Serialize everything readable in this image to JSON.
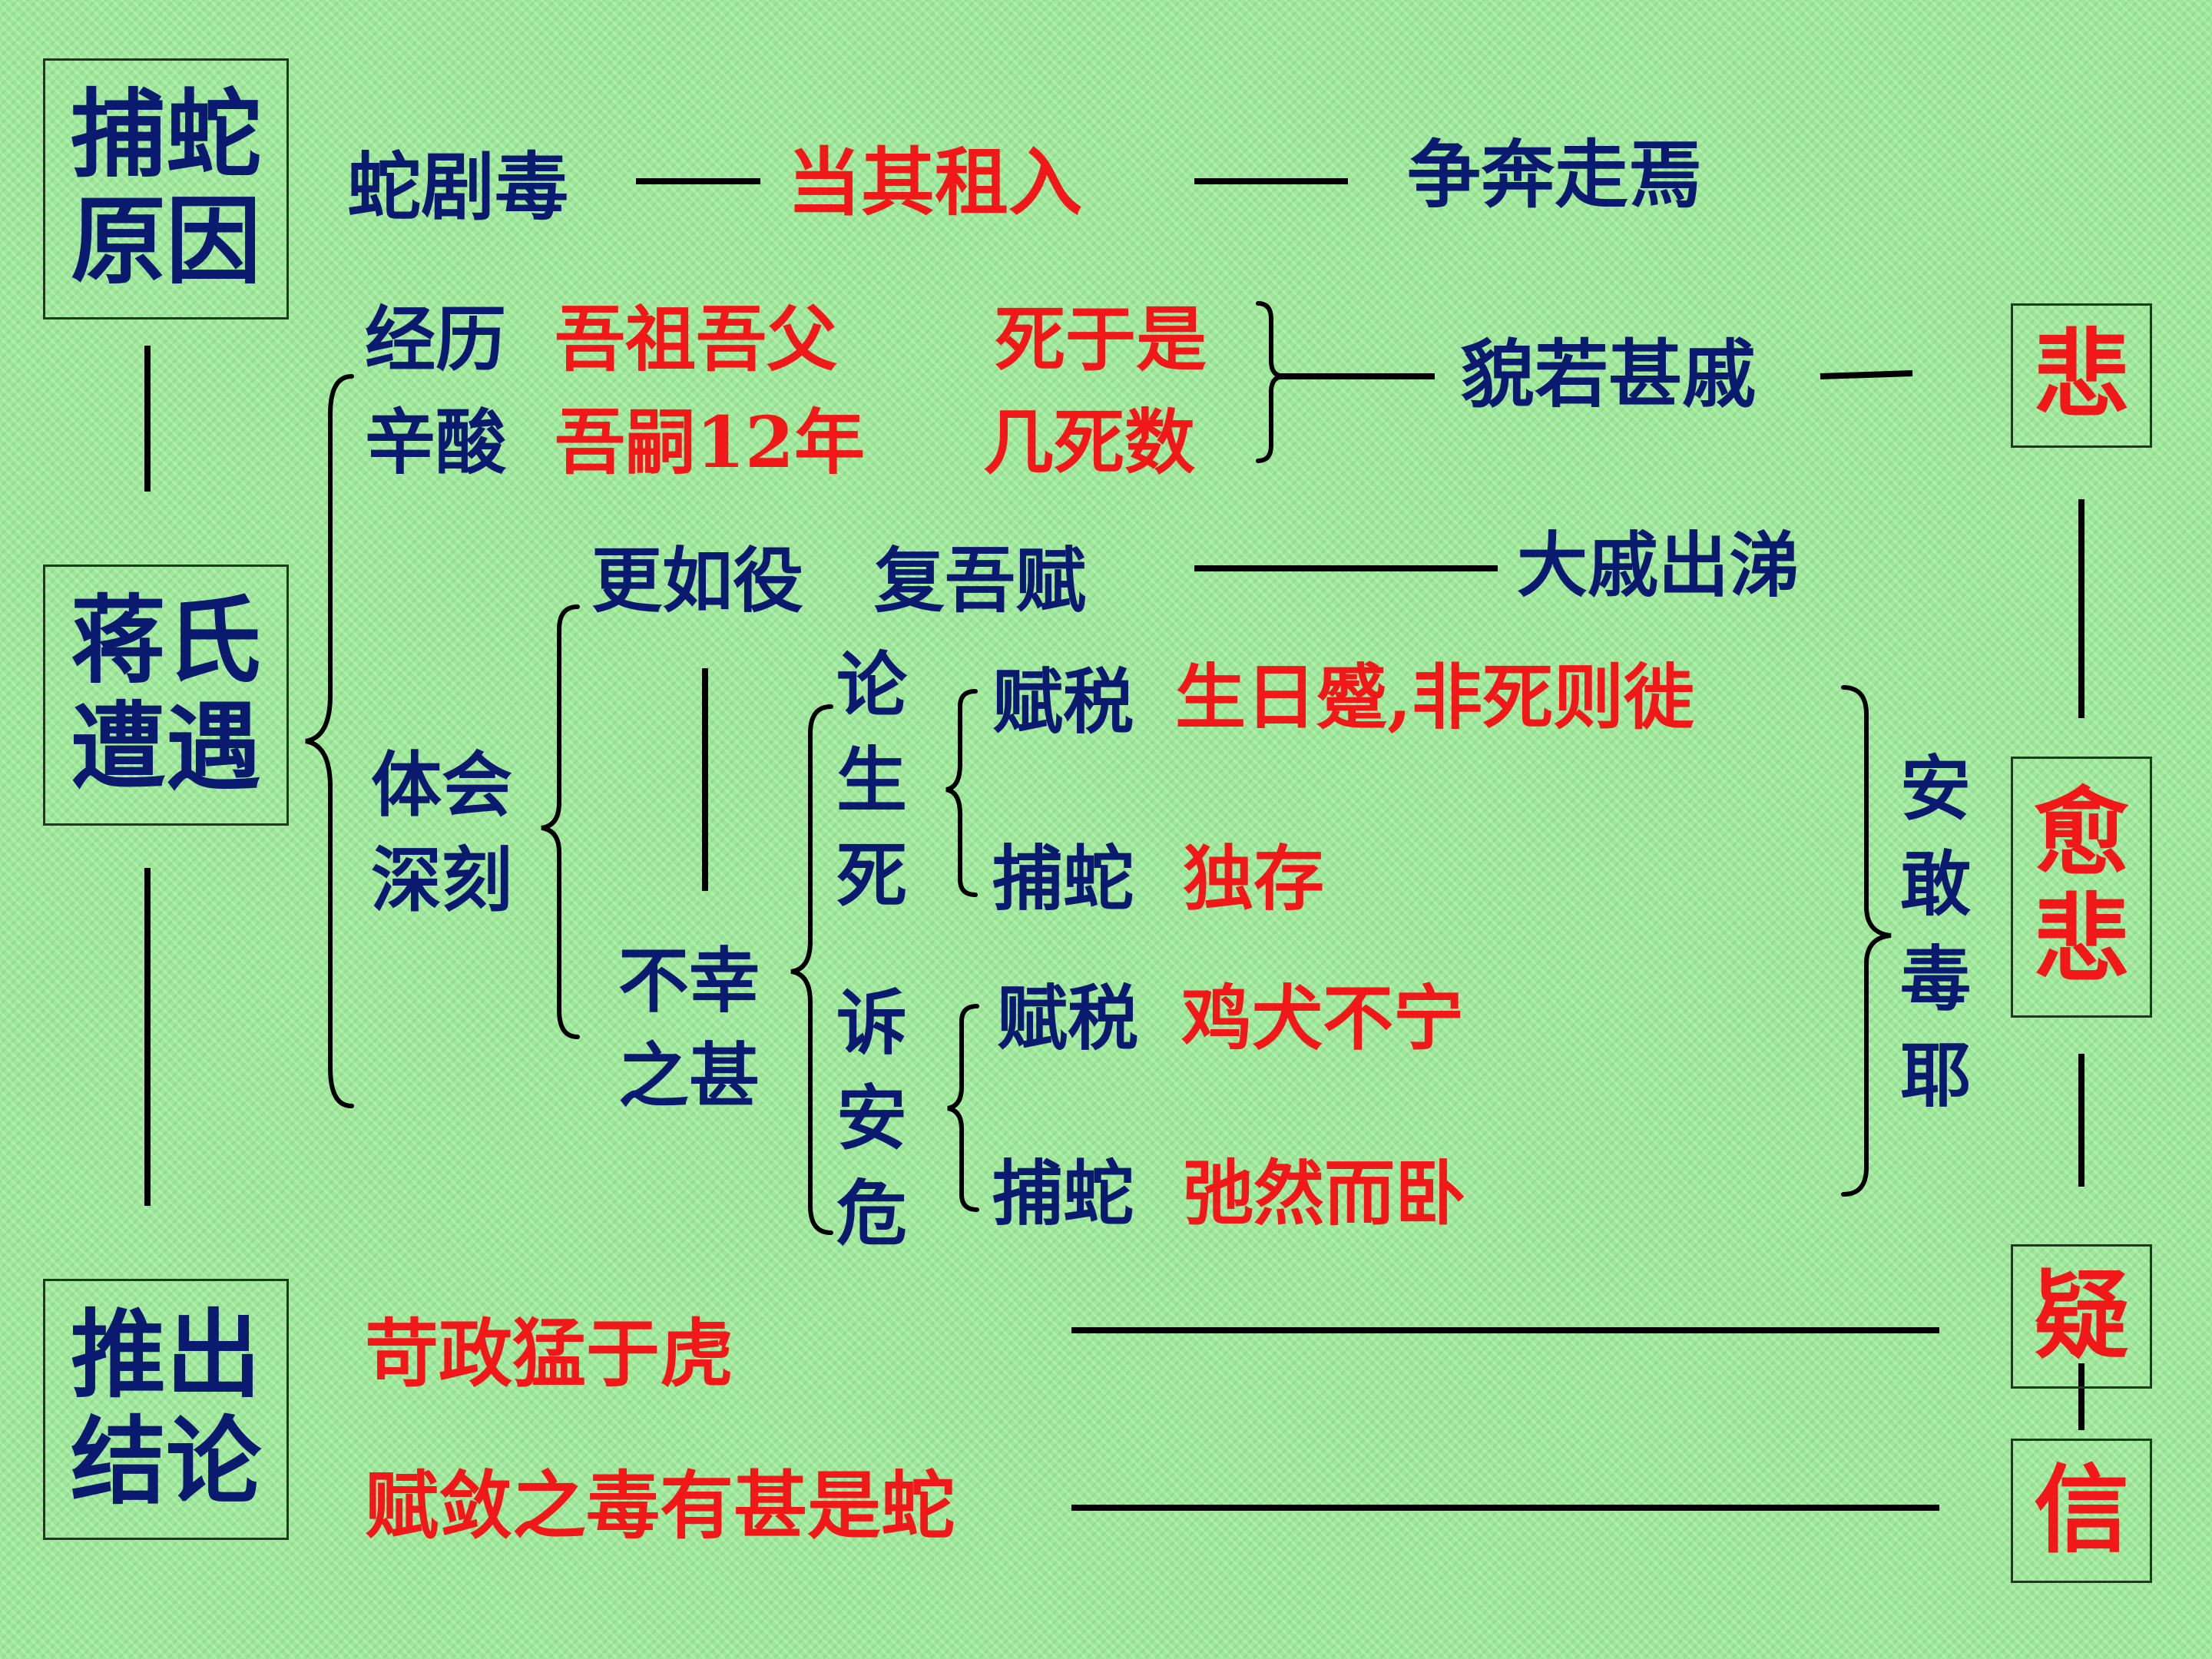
{
  "left_boxes": {
    "reason": "捕蛇原因",
    "encounter": "蒋氏遭遇",
    "conclusion": "推出结论"
  },
  "right_boxes": {
    "sad": "悲",
    "sadder": "愈悲",
    "doubt": "疑",
    "believe": "信"
  },
  "row1": {
    "cause": "蛇剧毒",
    "effect": "当其租入",
    "result": "争奔走焉"
  },
  "experience": {
    "label1": "经历",
    "label2": "辛酸",
    "a1": "吾祖吾父",
    "a2": "死于是",
    "b1": "吾嗣12年",
    "b2": "几死数",
    "result": "貌若甚戚"
  },
  "feeling": {
    "label": "体会深刻",
    "offer": "更如役　复吾赋",
    "offer_result": "大戚出涕",
    "misfortune": "不幸之甚"
  },
  "life_death": {
    "label": "论生死",
    "tax_label": "赋税",
    "tax_text": "生日蹙,非死则徙",
    "snake_label": "捕蛇",
    "snake_text": "独存"
  },
  "safety": {
    "label": "诉安危",
    "tax_label": "赋税",
    "tax_text": "鸡犬不宁",
    "snake_label": "捕蛇",
    "snake_text": "弛然而卧"
  },
  "question": "安敢毒耶",
  "conclusions": {
    "c1": "苛政猛于虎",
    "c2": "赋敛之毒有甚是蛇"
  },
  "colors": {
    "navy": "#0a1a6e",
    "red": "#f01818",
    "background": "#9ee89a"
  }
}
